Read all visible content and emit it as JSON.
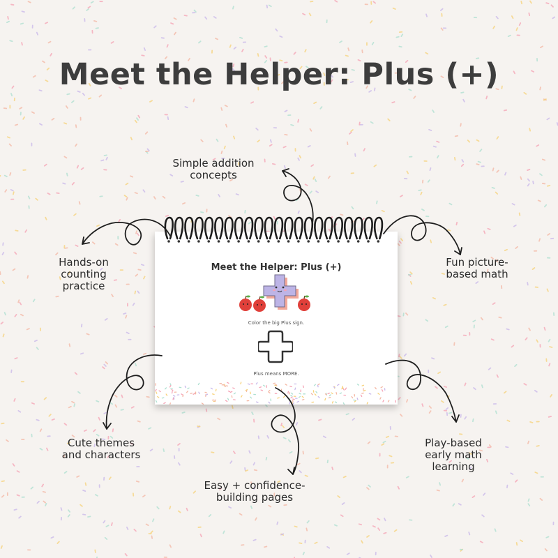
{
  "title": "Meet the Helper: Plus (+)",
  "features": {
    "top": [
      "Simple addition",
      "concepts"
    ],
    "left": [
      "Hands-on",
      "counting",
      "practice"
    ],
    "right": [
      "Fun picture-",
      "based math"
    ],
    "bottom_left": [
      "Cute themes",
      "and characters"
    ],
    "bottom_right": [
      "Play-based",
      "early math",
      "learning"
    ],
    "bottom_center": [
      "Easy + confidence-",
      "building pages"
    ]
  },
  "notebook": {
    "title": "Meet the Helper: Plus (+)",
    "instruction": "Color the big Plus sign.",
    "caption": "Plus means MORE."
  },
  "colors": {
    "background": "#f6f3f0",
    "text": "#3d3d3d",
    "apple": "#e0403a",
    "plus_lavender": "#bdb4e6",
    "plus_peach": "#f2a89a",
    "sprinkles": [
      "#f4b7a4",
      "#f7d27a",
      "#c9b8ea",
      "#f5a3b5",
      "#aee0d1"
    ]
  },
  "icons": [
    "spiral-binding-icon",
    "plus-character-icon",
    "apple-icon",
    "outline-plus-icon",
    "curly-arrow-icon"
  ]
}
